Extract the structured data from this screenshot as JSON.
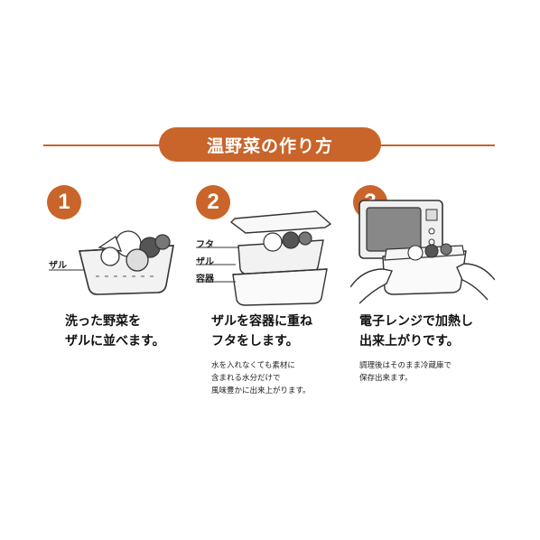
{
  "title": "温野菜の作り方",
  "steps": [
    {
      "number": "1",
      "heading": "洗った野菜を\nザルに並べます。",
      "note": "",
      "callouts": [
        "ザル"
      ]
    },
    {
      "number": "2",
      "heading": "ザルを容器に重ね\nフタをします。",
      "note": "水を入れなくても素材に\n含まれる水分だけで\n風味豊かに出来上がります。",
      "callouts": [
        "フタ",
        "ザル",
        "容器"
      ]
    },
    {
      "number": "3",
      "heading": "電子レンジで加熱し\n出来上がりです。",
      "note": "調理後はそのまま冷蔵庫で\n保存出来ます。",
      "callouts": []
    }
  ],
  "colors": {
    "accent": "#c9642a",
    "ink": "#333333"
  }
}
